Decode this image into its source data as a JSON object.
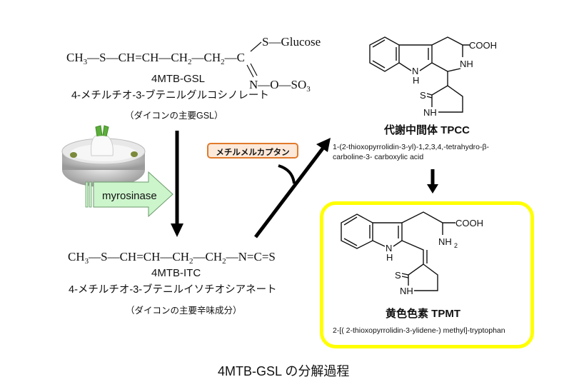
{
  "gsl": {
    "formula": [
      "CH",
      "3",
      "—S—CH=CH—CH",
      "2",
      "—CH",
      "2",
      "—C"
    ],
    "s_glucose": "S—Glucose",
    "n_o_so3": [
      "N—O—SO",
      "3"
    ],
    "abbr": "4MTB-GSL",
    "name_jp": "4-メチルチオ-3-ブテニルグルコシノレート",
    "note": "（ダイコンの主要GSL）"
  },
  "enzyme": {
    "label": "myrosinase",
    "color": "#ccf5cc"
  },
  "reagent": {
    "label": "メチルメルカプタン",
    "color": "#e07a2c"
  },
  "itc": {
    "formula": [
      "CH",
      "3",
      "—S—CH=CH—CH",
      "2",
      "—CH",
      "2",
      "—N=C=S"
    ],
    "abbr": "4MTB-ITC",
    "name_jp": "4-メチルチオ-3-ブテニルイソチオシアネート",
    "note": "（ダイコンの主要辛味成分）"
  },
  "tpcc": {
    "title": "代謝中間体  TPCC",
    "iupac_line1": "1-(2-thioxopyrrolidin-3-yl)-1,2,3,4,-tetrahydro-β-",
    "iupac_line2": "carboline-3- carboxylic acid",
    "atoms": {
      "cooh": "COOH",
      "nh": "NH",
      "n": "N",
      "h": "H",
      "s": "S",
      "nh2": "NH"
    }
  },
  "tpmt": {
    "title": "黄色色素  TPMT",
    "iupac": "2-[( 2-thioxopyrrolidin-3-ylidene-) methyl]-tryptophan",
    "atoms": {
      "cooh": "COOH",
      "nh2": "NH",
      "sub2": "2",
      "n": "N",
      "h": "H",
      "s": "S",
      "nh": "NH"
    },
    "highlight_color": "#ffff00"
  },
  "caption": "4MTB-GSL の分解過程"
}
